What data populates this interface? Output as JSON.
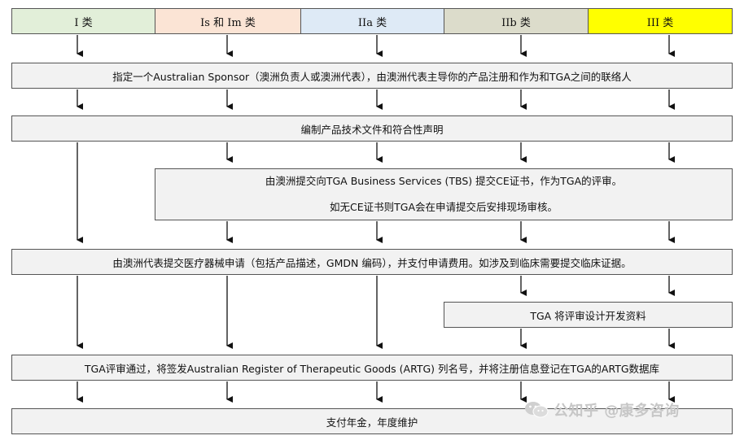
{
  "classes": [
    {
      "label": "I 类",
      "color": "#e2efd9"
    },
    {
      "label": "Is 和 Im 类",
      "color": "#fbe4d5"
    },
    {
      "label": "IIa 类",
      "color": "#deeaf6"
    },
    {
      "label": "IIb 类",
      "color": "#dcdccb"
    },
    {
      "label": "III 类",
      "color": "#ffff00"
    }
  ],
  "steps": {
    "sponsor": "指定一个Australian Sponsor（澳洲负责人或澳洲代表），由澳洲代表主导你的产品注册和作为和TGA之间的联络人",
    "tech_file": "编制产品技术文件和符合性声明",
    "tbs_line1": "由澳洲提交向TGA Business Services (TBS) 提交CE证书，作为TGA的评审。",
    "tbs_line2": "如无CE证书则TGA会在申请提交后安排现场审核。",
    "application": "由澳洲代表提交医疗器械申请（包括产品描述，GMDN 编码），并支付申请费用。如涉及到临床需要提交临床证据。",
    "design_review": "TGA 将评审设计开发资料",
    "artg": "TGA评审通过，将签发Australian Register of Therapeutic Goods (ARTG) 列名号，并将注册信息登记在TGA的ARTG数据库",
    "annual_fee": "支付年金，年度维护"
  },
  "watermark": "公知乎 @康多咨询"
}
